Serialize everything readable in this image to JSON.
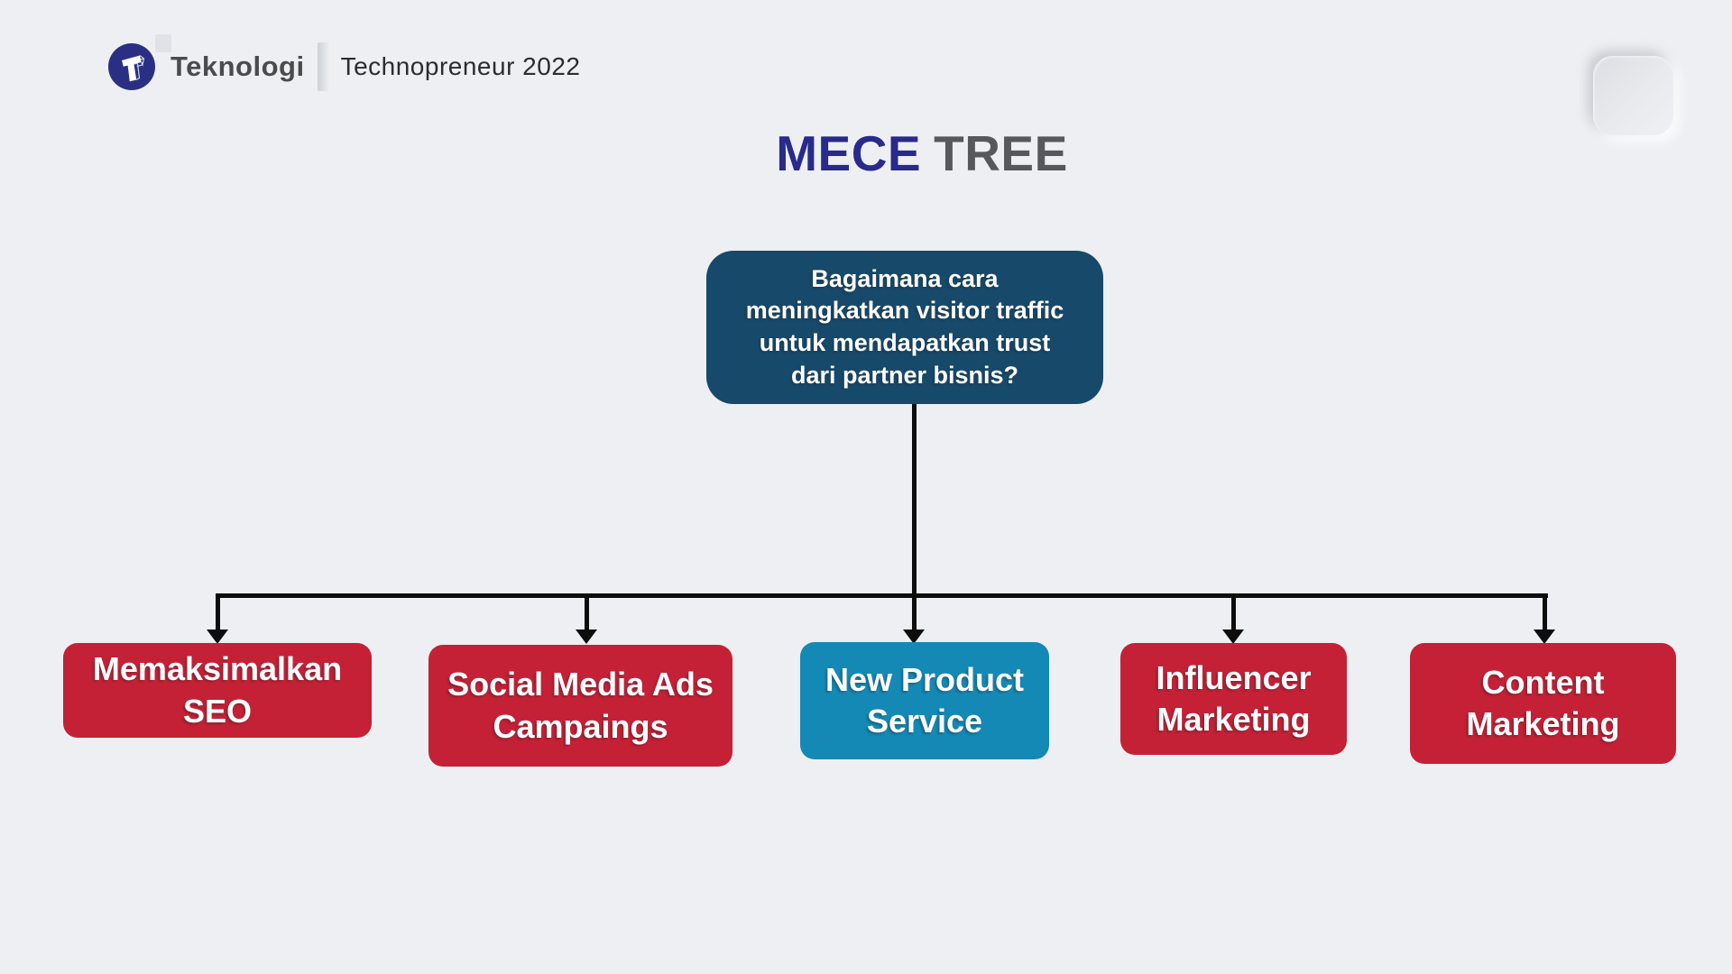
{
  "page": {
    "background": "#edeff2"
  },
  "header": {
    "brand": "Teknologi",
    "tagline": "Technopreneur 2022",
    "logo_icon": "teknologi-t-logo",
    "logo_bg": "#2b2f84",
    "brand_color": "#4b4b4b",
    "tagline_color": "#2c2c2c"
  },
  "title": {
    "primary": "MECE",
    "secondary": "TREE",
    "primary_color": "#282a8c",
    "secondary_color": "#57585b"
  },
  "tree": {
    "connector_color": "#0d0d0d",
    "root": {
      "label": "Bagaimana cara\nmeningkatkan visitor traffic\nuntuk mendapatkan trust\ndari partner bisnis?",
      "color": "#17496b",
      "text_color": "#ffffff"
    },
    "children": [
      {
        "label": "Memaksimalkan\nSEO",
        "color": "#c42136",
        "text_color": "#ffffff"
      },
      {
        "label": "Social Media Ads\nCampaings",
        "color": "#c42136",
        "text_color": "#ffffff"
      },
      {
        "label": "New Product\nService",
        "color": "#1489b5",
        "text_color": "#ffffff"
      },
      {
        "label": "Influencer\nMarketing",
        "color": "#c42136",
        "text_color": "#ffffff"
      },
      {
        "label": "Content\nMarketing",
        "color": "#c42136",
        "text_color": "#ffffff"
      }
    ]
  }
}
